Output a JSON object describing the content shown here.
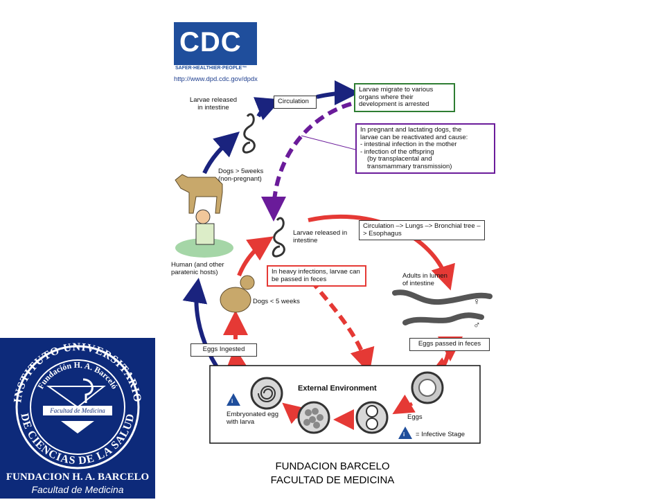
{
  "diagram": {
    "cdc_logo_text": "CDC",
    "cdc_tagline": "SAFER·HEALTHIER·PEOPLE™",
    "url": "http://www.dpd.cdc.gov/dpdx",
    "larvae_released_intestine_top": "Larvae released in intestine",
    "circulation_box": "Circulation",
    "migrate_box": "Larvae migrate to various organs where their development is arrested",
    "pregnant_box_line1": "In pregnant and lactating dogs, the",
    "pregnant_box_line2": "larvae can be reactivated and cause:",
    "pregnant_box_line3": "- intestinal infection in the mother",
    "pregnant_box_line4": "- infection of the offspring",
    "pregnant_box_line5": "(by transplacental and",
    "pregnant_box_line6": "transmammary transmission)",
    "dogs_over_5_weeks": "Dogs > 5weeks (non-pregnant)",
    "larvae_released_intestine_mid": "Larvae released in intestine",
    "circulation_lungs_box": "Circulation –> Lungs –> Bronchial tree –> Esophagus",
    "human_paratenic": "Human (and other paratenic hosts)",
    "heavy_infection_box": "In heavy infections, larvae can be passed in feces",
    "adults_lumen": "Adults in lumen of intestine",
    "female_symbol": "♀",
    "male_symbol": "♂",
    "dogs_under_5_weeks": "Dogs < 5 weeks",
    "eggs_ingested_box": "Eggs Ingested",
    "eggs_passed_box": "Eggs passed in feces",
    "external_environment": "External Environment",
    "embryonated_egg": "Embryonated egg with larva",
    "eggs_label": "Eggs",
    "infective_stage_icon_letter": "i",
    "infective_stage_label": "= Infective Stage"
  },
  "logo": {
    "ring_top": "INSTITUTO UNIVERSITARIO",
    "ring_bottom": "DE CIENCIAS DE LA SALUD",
    "inner_ring": "Fundación H. A. Barceló",
    "banner": "Facultad de Medicina",
    "name": "FUNDACION H. A. BARCELO",
    "subname": "Facultad de Medicina"
  },
  "footer": {
    "line1": "FUNDACION BARCELO",
    "line2": "FACULTAD DE MEDICINA"
  },
  "colors": {
    "blue_arrow": "#1a237e",
    "purple_arrow": "#6a1b9a",
    "red_arrow": "#e53935",
    "green_box": "#2e7d32",
    "logo_bg": "#0d2a7a"
  }
}
